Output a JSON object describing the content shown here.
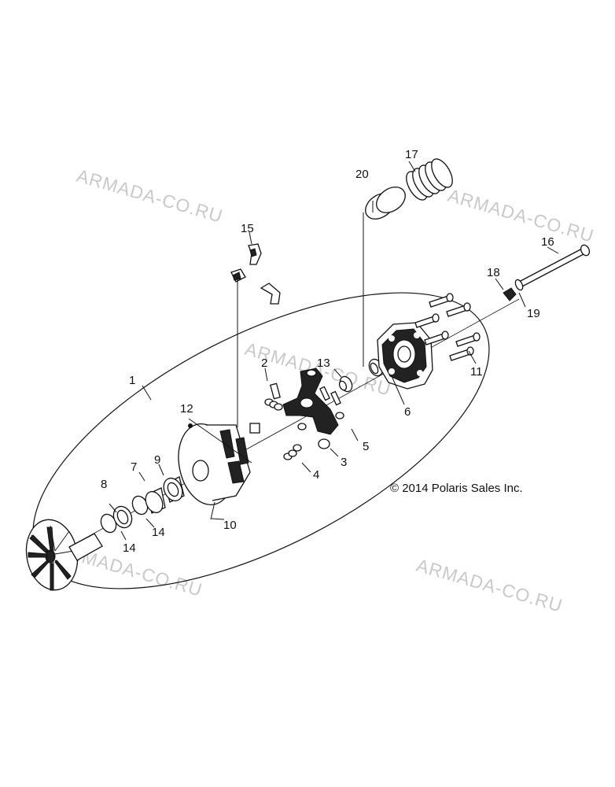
{
  "watermarks": [
    "ARMADA-CO.RU",
    "ARMADA-CO.RU",
    "ARMADA-CO.RU",
    "ARMADA-CO.RU",
    "ARMADA-CO.RU"
  ],
  "copyright": "© 2014 Polaris Sales Inc.",
  "callouts": [
    "1",
    "2",
    "3",
    "4",
    "5",
    "6",
    "7",
    "8",
    "9",
    "10",
    "11",
    "12",
    "13",
    "14",
    "14",
    "15",
    "16",
    "17",
    "18",
    "19",
    "20"
  ]
}
